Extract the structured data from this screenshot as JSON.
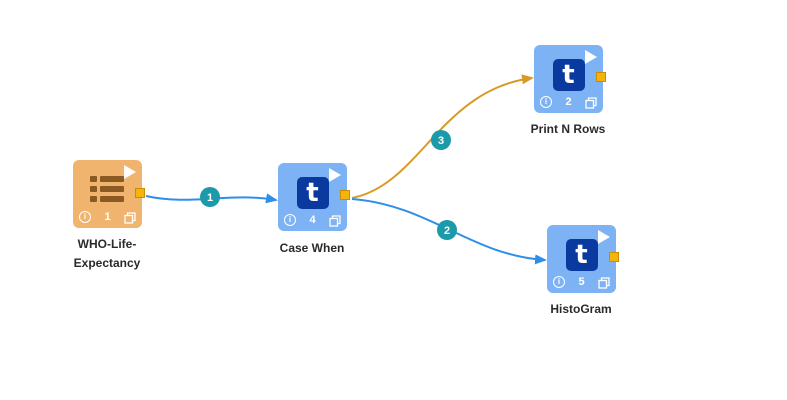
{
  "colors": {
    "source_node": "#f0b46e",
    "process_node": "#7db3f5",
    "icon_bg": "#0a3aa0",
    "port": "#f5b40a",
    "edge_blue": "#2f8fe8",
    "edge_orange": "#d89a25",
    "badge": "#1b9aaa"
  },
  "nodes": [
    {
      "id": "1",
      "icon": "table-icon",
      "label": "WHO-Life-Expectancy",
      "label_lines": [
        "WHO-Life-",
        "Expectancy"
      ]
    },
    {
      "id": "4",
      "icon": "t-icon",
      "label": "Case When",
      "label_lines": [
        "Case When"
      ]
    },
    {
      "id": "2",
      "icon": "t-icon",
      "label": "Print N Rows",
      "label_lines": [
        "Print N Rows"
      ]
    },
    {
      "id": "5",
      "icon": "t-icon",
      "label": "HistoGram",
      "label_lines": [
        "HistoGram"
      ]
    }
  ],
  "icon_letter": "t",
  "edges": [
    {
      "badge": "1",
      "from": "1",
      "to": "4",
      "color": "edge_blue"
    },
    {
      "badge": "3",
      "from": "4",
      "to": "2",
      "color": "edge_orange"
    },
    {
      "badge": "2",
      "from": "4",
      "to": "5",
      "color": "edge_blue"
    }
  ]
}
